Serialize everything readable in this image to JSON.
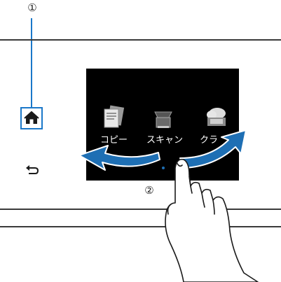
{
  "callouts": {
    "one": "①",
    "two": "②"
  },
  "screen_apps": [
    {
      "label": "コピー",
      "icon": "copy-icon"
    },
    {
      "label": "スキャン",
      "icon": "scanner-icon"
    },
    {
      "label": "クラ",
      "icon": "cloud-print-icon"
    }
  ],
  "buttons": {
    "home_icon": "home-icon",
    "back_icon": "back-arrow-icon",
    "back_glyph": "⮌"
  },
  "colors": {
    "accent": "#1b78c9",
    "swipe_arrow": "#1e6fb4",
    "panel_line": "#3a3a3a",
    "screen_bg": "#000000"
  }
}
